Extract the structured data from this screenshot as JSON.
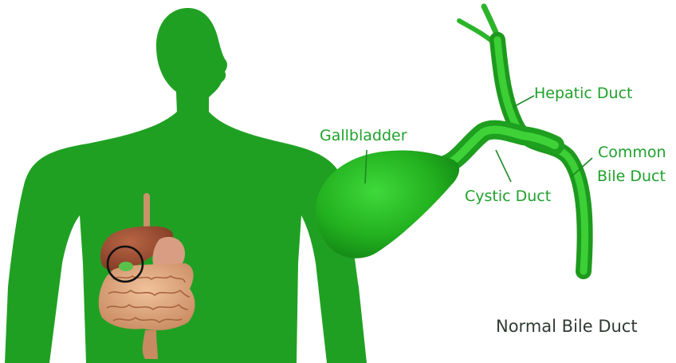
{
  "colors": {
    "body": "#20a023",
    "organ_green": "#26a824",
    "label": "#1fa12b",
    "caption": "#2f3b33",
    "liver": "#9a4a2c",
    "intestine": "#d79a70"
  },
  "labels": {
    "gallbladder": "Gallbladder",
    "hepatic_duct": "Hepatic Duct",
    "common_bile_duct_line1": "Common",
    "common_bile_duct_line2": "Bile Duct",
    "cystic_duct": "Cystic Duct"
  },
  "caption": "Normal Bile Duct"
}
